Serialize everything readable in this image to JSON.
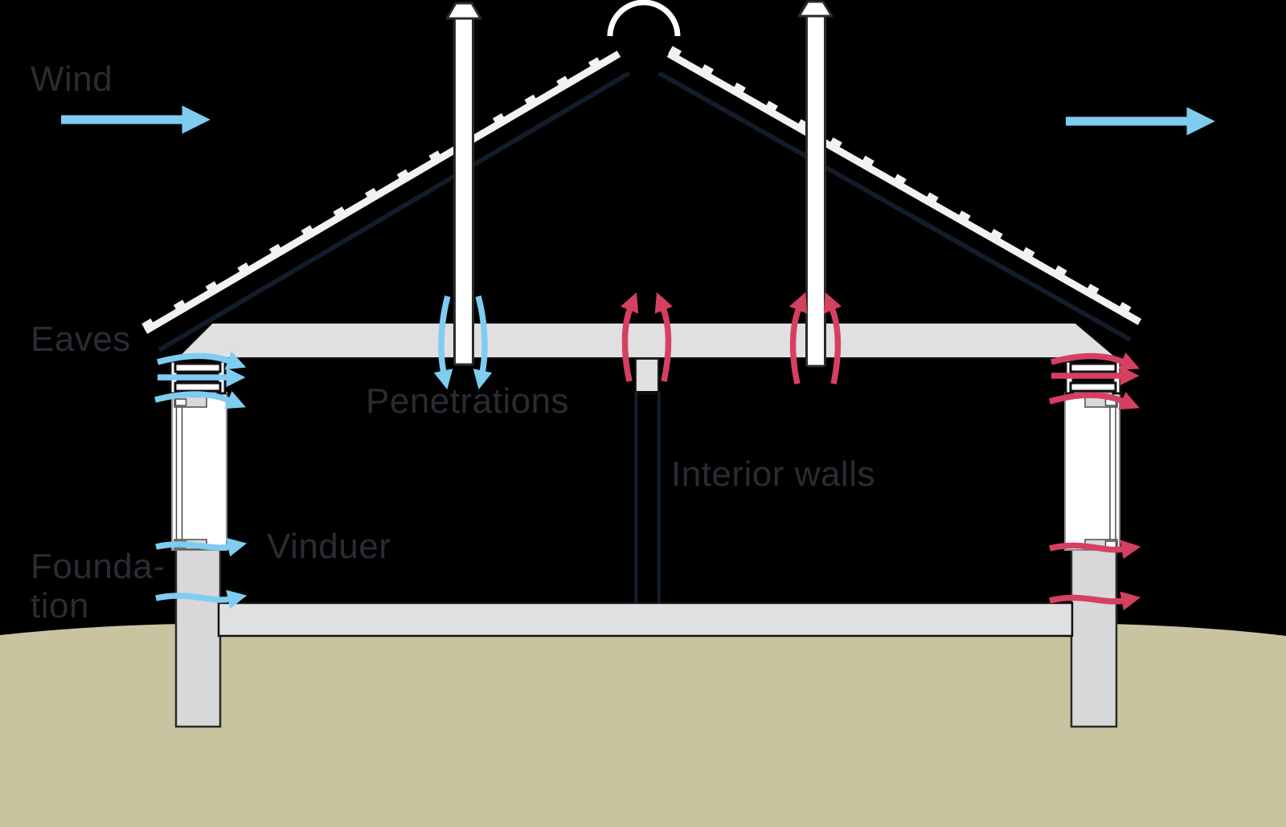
{
  "diagram": {
    "labels": {
      "wind": "Wind",
      "eaves": "Eaves",
      "penetrations": "Penetrations",
      "interior_walls": "Interior walls",
      "windows": "Vinduer",
      "foundation_line1": "Founda-",
      "foundation_line2": "tion"
    },
    "colors": {
      "background": "#000000",
      "cold_air_arrow_blue": "#7ecdf0",
      "warm_air_arrow_red": "#d64060",
      "ceiling_floor_gray": "#e0e0e0",
      "foundation_gray": "#d8d8d8",
      "roof_line_navy": "#131c2b",
      "ground_tan": "#c9c3a0",
      "label_text": "#2b2b33",
      "wall_white": "#ffffff"
    },
    "arrows": [
      {
        "name": "wind-flow-left",
        "color": "blue",
        "direction": "right",
        "count": 1
      },
      {
        "name": "wind-flow-right",
        "color": "blue",
        "direction": "right",
        "count": 1
      },
      {
        "name": "eaves-leakage-left",
        "color": "blue",
        "direction": "right",
        "count": 3
      },
      {
        "name": "ceiling-penetration-leakage",
        "color": "blue",
        "direction": "down",
        "count": 2
      },
      {
        "name": "window-leakage-left",
        "color": "blue",
        "direction": "right",
        "count": 1
      },
      {
        "name": "foundation-leakage-left",
        "color": "blue",
        "direction": "right",
        "count": 1
      },
      {
        "name": "interior-wall-leakage",
        "color": "red",
        "direction": "up",
        "count": 2
      },
      {
        "name": "chimney-penetration-leakage",
        "color": "red",
        "direction": "up",
        "count": 2
      },
      {
        "name": "eaves-leakage-right",
        "color": "red",
        "direction": "right",
        "count": 3
      },
      {
        "name": "window-leakage-right",
        "color": "red",
        "direction": "right",
        "count": 1
      },
      {
        "name": "foundation-leakage-right",
        "color": "red",
        "direction": "right",
        "count": 1
      }
    ]
  }
}
